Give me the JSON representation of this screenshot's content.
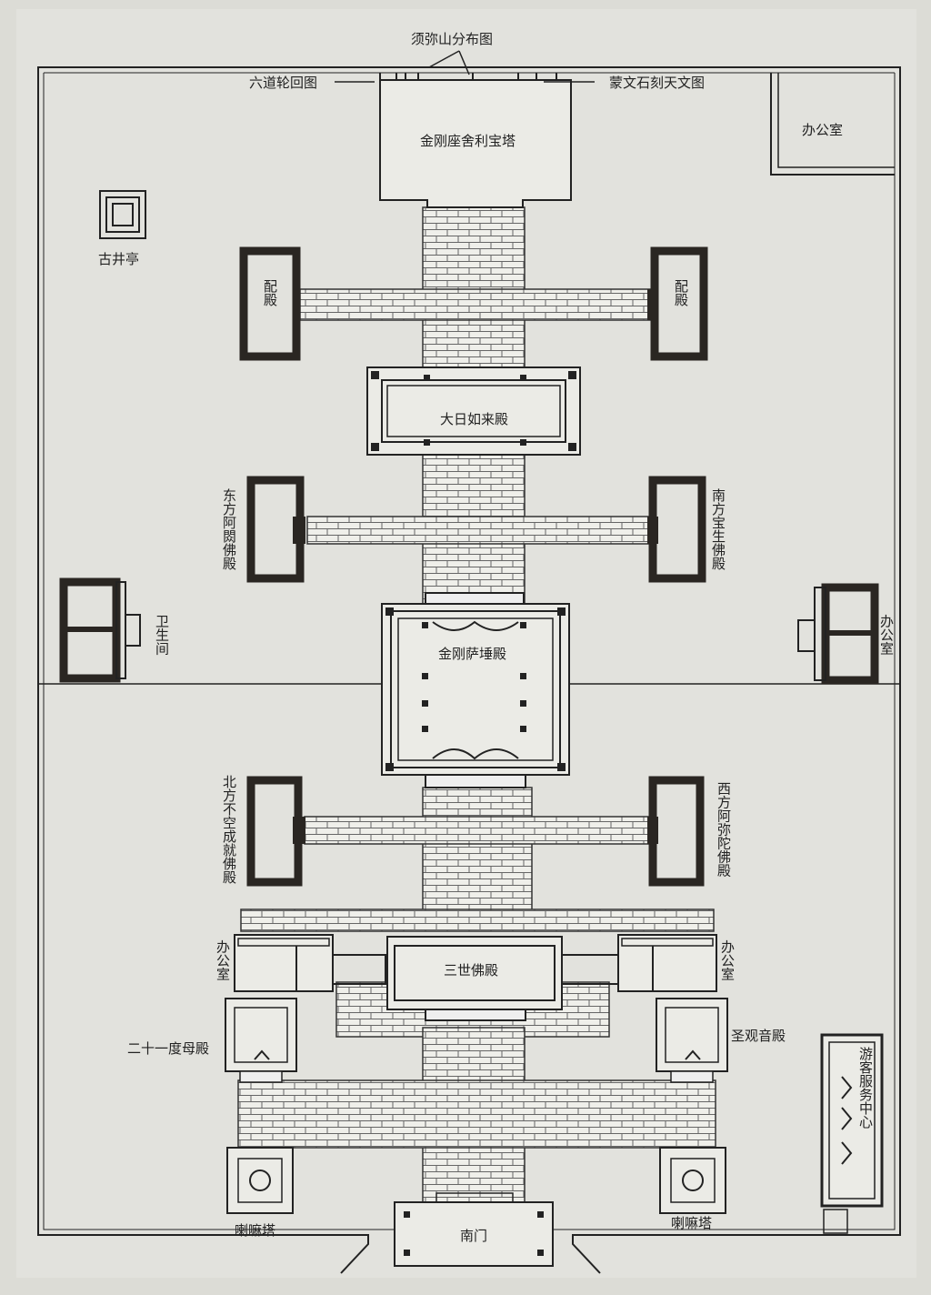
{
  "diagram": {
    "top_labels": {
      "sumeru": "须弥山分布图",
      "six_realms": "六道轮回图",
      "mongol_astronomy": "蒙文石刻天文图"
    },
    "buildings": {
      "stupa": "金刚座舍利宝塔",
      "office_ne": "办公室",
      "well_pavilion": "古井亭",
      "side_hall_left": "配殿",
      "side_hall_right": "配殿",
      "vairocana_hall": "大日如来殿",
      "akshobhya_hall": "东方阿閦佛殿",
      "ratnasambhava_hall": "南方宝生佛殿",
      "toilet": "卫生间",
      "office_east": "办公室",
      "vajrasattva_hall": "金刚萨埵殿",
      "amoghasiddhi_hall": "北方不空成就佛殿",
      "amitabha_hall": "西方阿弥陀佛殿",
      "office_left_low": "办公室",
      "office_right_low": "办公室",
      "three_buddhas_hall": "三世佛殿",
      "tara_hall": "二十一度母殿",
      "avalokiteshvara_hall": "圣观音殿",
      "visitor_center": "游客服务中心",
      "lama_stupa_left": "喇嘛塔",
      "lama_stupa_right": "喇嘛塔",
      "south_gate": "南门"
    },
    "colors": {
      "background": "#dcdcd6",
      "line": "#222222",
      "dark_frame": "#2a2622"
    }
  }
}
